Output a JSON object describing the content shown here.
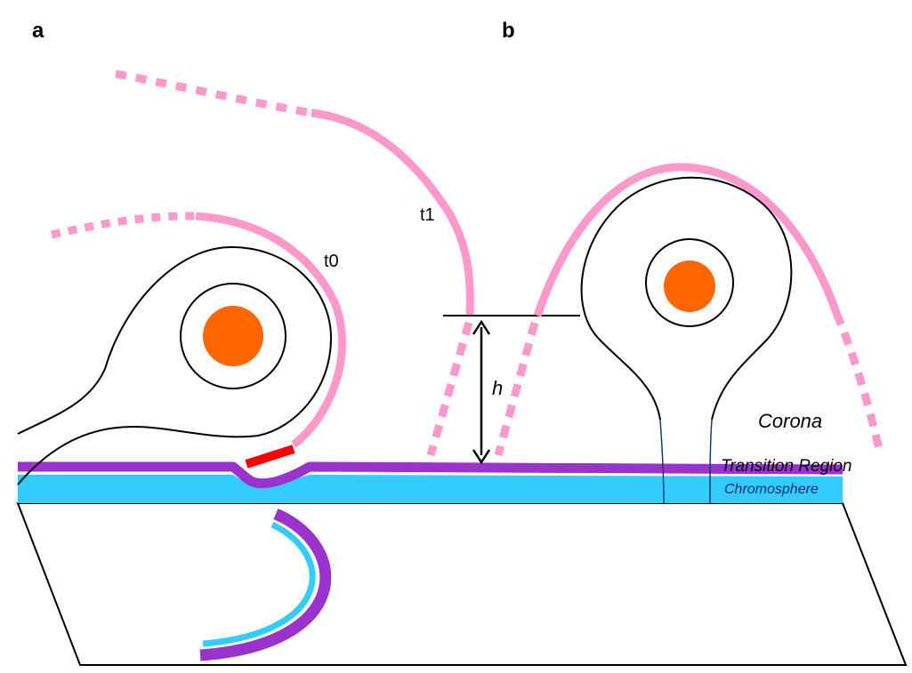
{
  "panels": {
    "a_label": "a",
    "b_label": "b"
  },
  "labels": {
    "t0": "t0",
    "t1": "t1",
    "height": "h",
    "corona": "Corona",
    "transition_region": "Transition Region",
    "chromosphere": "Chromosphere"
  },
  "colors": {
    "field_line": "#ff99cc",
    "transition_region": "#9933cc",
    "chromosphere": "#33ccff",
    "filament_core": "#ff6600",
    "reconnection_segment": "#ff0000",
    "outline": "#000000"
  },
  "icons": {
    "arrow": "double-headed-arrow"
  }
}
